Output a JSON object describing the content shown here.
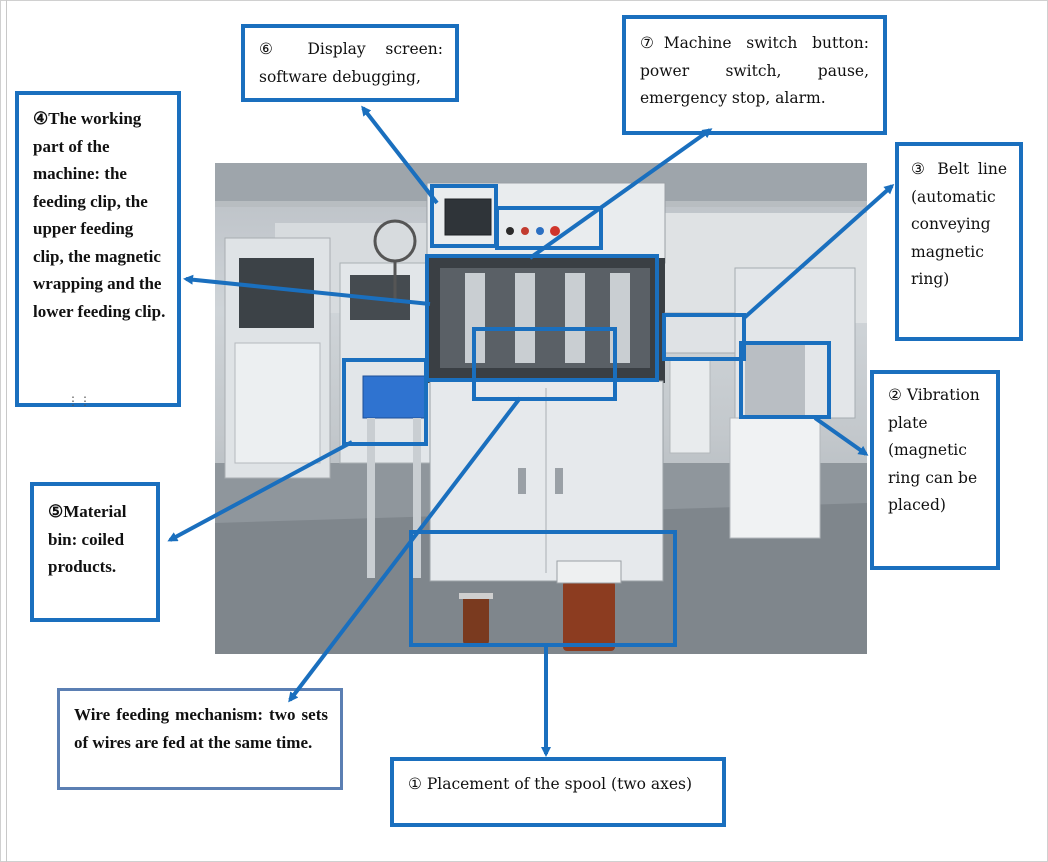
{
  "colors": {
    "callout_border": "#1a6fbe",
    "arrow": "#1a6fbe",
    "soft_border": "#5b7fb3"
  },
  "callouts": {
    "display_screen": "⑥ Display screen: software debugging,",
    "switch_button": "⑦Machine switch button: power switch, pause, emergency stop, alarm.",
    "working_part": "④The working part of the machine: the feeding clip, the upper feeding clip, the magnetic wrapping and the lower feeding clip.",
    "belt_line": "③ Belt line (automatic conveying magnetic ring)",
    "vibration_plate": "② Vibration plate (magnetic ring can be placed)",
    "material_bin": "⑤Material bin: coiled products.",
    "wire_feeding": "Wire feeding mechanism: two sets of wires are fed at the same time.",
    "spool": "① Placement of the spool (two axes)"
  },
  "icons": {
    "drag_handle": "drag-handle-icon"
  }
}
